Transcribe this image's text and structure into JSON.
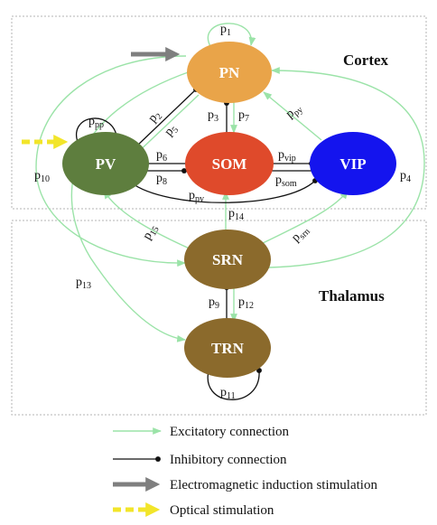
{
  "regions": {
    "cortex": "Cortex",
    "thalamus": "Thalamus"
  },
  "nodes": {
    "pn": {
      "label": "PN",
      "color": "#e9a449"
    },
    "pv": {
      "label": "PV",
      "color": "#5e7e3e"
    },
    "som": {
      "label": "SOM",
      "color": "#df4a2b"
    },
    "vip": {
      "label": "VIP",
      "color": "#1414ee"
    },
    "srn": {
      "label": "SRN",
      "color": "#8b6a2c"
    },
    "trn": {
      "label": "TRN",
      "color": "#8b6a2c"
    }
  },
  "parameters": {
    "p1": {
      "main": "p",
      "sub": "1"
    },
    "p2": {
      "main": "p",
      "sub": "2"
    },
    "p3": {
      "main": "p",
      "sub": "3"
    },
    "p4": {
      "main": "p",
      "sub": "4"
    },
    "p5": {
      "main": "p",
      "sub": "5"
    },
    "p6": {
      "main": "p",
      "sub": "6"
    },
    "p7": {
      "main": "p",
      "sub": "7"
    },
    "p8": {
      "main": "p",
      "sub": "8"
    },
    "p9": {
      "main": "p",
      "sub": "9"
    },
    "p10": {
      "main": "p",
      "sub": "10"
    },
    "p11": {
      "main": "p",
      "sub": "11"
    },
    "p12": {
      "main": "p",
      "sub": "12"
    },
    "p13": {
      "main": "p",
      "sub": "13"
    },
    "p14": {
      "main": "p",
      "sub": "14"
    },
    "p15": {
      "main": "p",
      "sub": "15"
    },
    "ppp": {
      "main": "p",
      "sub": "pp"
    },
    "ppy": {
      "main": "p",
      "sub": "py"
    },
    "pvip": {
      "main": "p",
      "sub": "vip"
    },
    "psom": {
      "main": "p",
      "sub": "som"
    },
    "ppv": {
      "main": "p",
      "sub": "pv"
    },
    "psrn": {
      "main": "p",
      "sub": "srn"
    }
  },
  "legend": {
    "excitatory": "Excitatory connection",
    "inhibitory": "Inhibitory connection",
    "electromagnetic": "Electromagnetic induction stimulation",
    "optical": "Optical stimulation"
  },
  "colors": {
    "excitatory": "#9be3a8",
    "inhibitory": "#111111",
    "electromagnetic": "#7f7f7f",
    "optical": "#f2e52a"
  }
}
